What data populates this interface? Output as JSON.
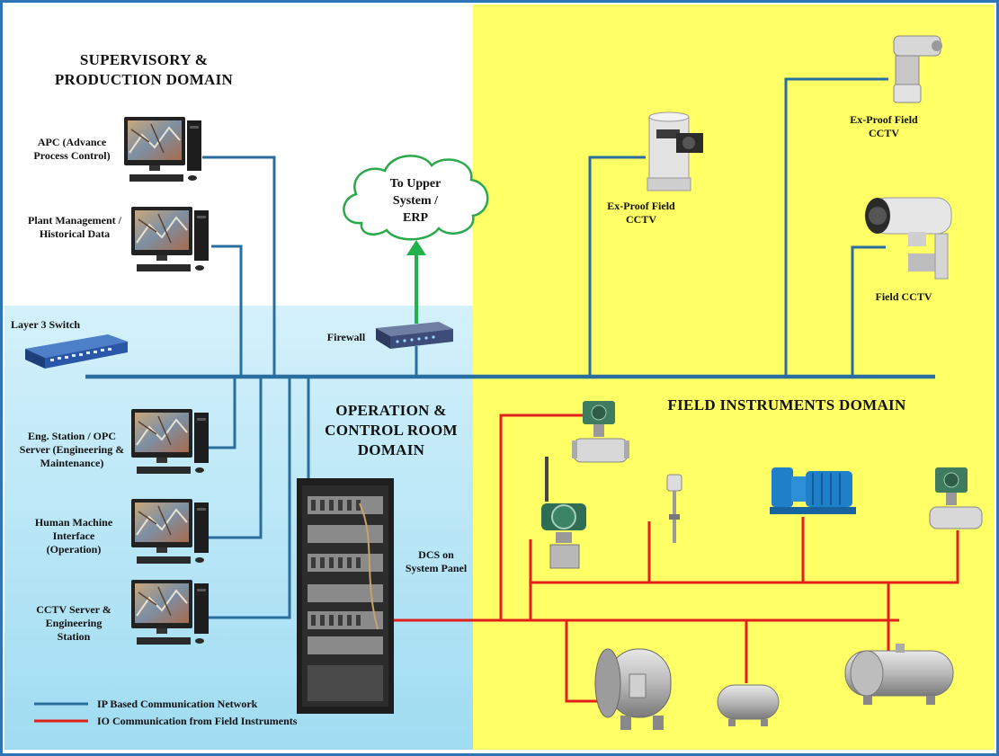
{
  "domains": {
    "supervisory": "SUPERVISORY &\nPRODUCTION DOMAIN",
    "operation": "OPERATION &\nCONTROL ROOM\nDOMAIN",
    "field": "FIELD INSTRUMENTS DOMAIN"
  },
  "labels": {
    "apc": "APC (Advance\nProcess Control)",
    "plant_mgmt": "Plant Management /\nHistorical Data",
    "layer3": "Layer 3 Switch",
    "firewall": "Firewall",
    "cloud": "To Upper\nSystem /\nERP",
    "eng_station": "Eng. Station / OPC\nServer (Engineering &\nMaintenance)",
    "hmi": "Human Machine\nInterface\n(Operation)",
    "cctv_server": "CCTV Server &\nEngineering\nStation",
    "dcs": "DCS on\nSystem Panel",
    "cctv_exproof_1": "Ex-Proof Field\nCCTV",
    "cctv_exproof_2": "Ex-Proof Field\nCCTV",
    "cctv_field": "Field CCTV"
  },
  "legend": {
    "ip": "IP Based Communication Network",
    "io": "IO Communication from Field Instruments"
  },
  "colors": {
    "supervisory_bg": "#ffffff",
    "operation_bg": "#bfe9f6",
    "field_bg": "#ffff66",
    "ip_line": "#2a6d9f",
    "io_line": "#e0201b",
    "uplink": "#22b24c",
    "border": "#2e75b6"
  }
}
